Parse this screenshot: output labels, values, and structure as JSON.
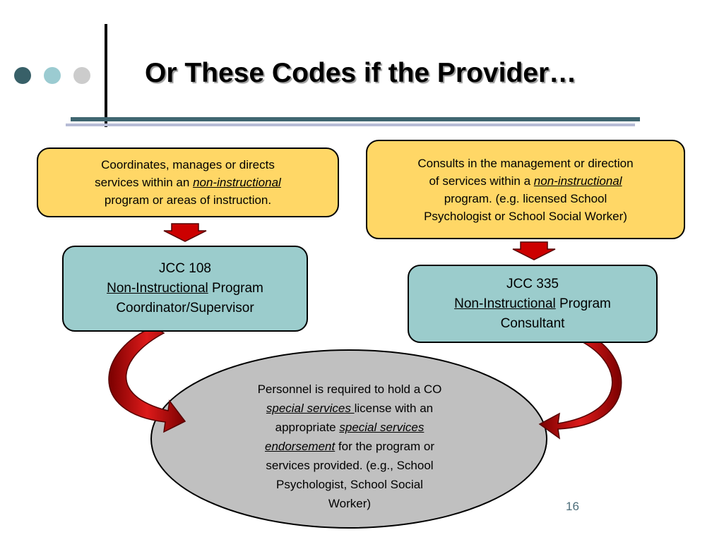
{
  "slide": {
    "title": "Or These Codes if the Provider…",
    "page_number": "16"
  },
  "colors": {
    "dot1": "#386068",
    "dot2": "#9bcbd1",
    "dot3": "#cccccc",
    "yellow_box": "#ffd766",
    "teal_box": "#9bcccc",
    "oval": "#c0c0c0",
    "arrow_red": "#cc0000"
  },
  "left": {
    "condition": {
      "line1": "Coordinates, manages or directs",
      "line2_pre": "services within an ",
      "line2_em": "non-instructional",
      "line3": "program or areas of instruction."
    },
    "code": {
      "line1": "JCC 108",
      "line2_ul": "Non-Instructional",
      "line2_rest": " Program",
      "line3": "Coordinator/Supervisor"
    }
  },
  "right": {
    "condition": {
      "line1": "Consults in the management or direction",
      "line2_pre": "of services within a ",
      "line2_em": "non-instructional",
      "line3": "program. (e.g. licensed School",
      "line4": "Psychologist or School Social Worker)"
    },
    "code": {
      "line1": "JCC 335",
      "line2_ul": "Non-Instructional",
      "line2_rest": " Program",
      "line3": "Consultant"
    }
  },
  "requirement": {
    "line1": "Personnel is required to hold a CO",
    "line2_em": "special services ",
    "line2_rest": "license with an",
    "line3_pre": "appropriate ",
    "line3_em": "special services",
    "line4_em": "endorsement",
    "line4_rest": " for the program or",
    "line5": "services provided. (e.g., School",
    "line6": "Psychologist, School Social",
    "line7": "Worker)"
  }
}
